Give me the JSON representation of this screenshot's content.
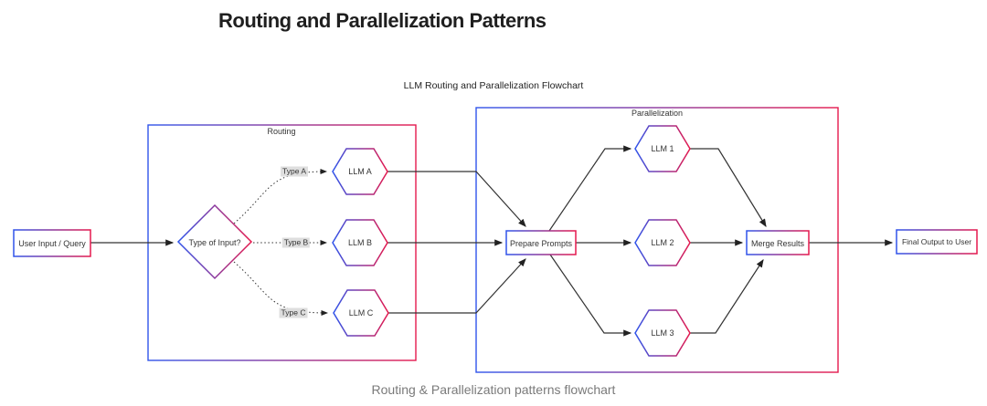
{
  "page": {
    "title": "Routing and Parallelization Patterns",
    "caption": "Routing & Parallelization patterns flowchart"
  },
  "diagram": {
    "title": "LLM Routing and Parallelization Flowchart",
    "containers": {
      "routing": {
        "label": "Routing"
      },
      "parallelization": {
        "label": "Parallelization"
      }
    },
    "nodes": {
      "user_input": {
        "label": "User Input / Query",
        "shape": "rectangle"
      },
      "decision": {
        "label": "Type of Input?",
        "shape": "diamond"
      },
      "llm_a": {
        "label": "LLM A",
        "shape": "hexagon"
      },
      "llm_b": {
        "label": "LLM B",
        "shape": "hexagon"
      },
      "llm_c": {
        "label": "LLM C",
        "shape": "hexagon"
      },
      "prepare_prompts": {
        "label": "Prepare Prompts",
        "shape": "rectangle"
      },
      "llm_1": {
        "label": "LLM 1",
        "shape": "hexagon"
      },
      "llm_2": {
        "label": "LLM 2",
        "shape": "hexagon"
      },
      "llm_3": {
        "label": "LLM 3",
        "shape": "hexagon"
      },
      "merge_results": {
        "label": "Merge Results",
        "shape": "rectangle"
      },
      "final_output": {
        "label": "Final Output to User",
        "shape": "rectangle"
      }
    },
    "edge_labels": {
      "type_a": "Type A",
      "type_b": "Type B",
      "type_c": "Type C"
    },
    "edges": [
      {
        "from": "user_input",
        "to": "decision",
        "style": "solid"
      },
      {
        "from": "decision",
        "to": "llm_a",
        "label": "Type A",
        "style": "dotted"
      },
      {
        "from": "decision",
        "to": "llm_b",
        "label": "Type B",
        "style": "dotted"
      },
      {
        "from": "decision",
        "to": "llm_c",
        "label": "Type C",
        "style": "dotted"
      },
      {
        "from": "llm_a",
        "to": "prepare_prompts",
        "style": "solid"
      },
      {
        "from": "llm_b",
        "to": "prepare_prompts",
        "style": "solid"
      },
      {
        "from": "llm_c",
        "to": "prepare_prompts",
        "style": "solid"
      },
      {
        "from": "prepare_prompts",
        "to": "llm_1",
        "style": "solid"
      },
      {
        "from": "prepare_prompts",
        "to": "llm_2",
        "style": "solid"
      },
      {
        "from": "prepare_prompts",
        "to": "llm_3",
        "style": "solid"
      },
      {
        "from": "llm_1",
        "to": "merge_results",
        "style": "solid"
      },
      {
        "from": "llm_2",
        "to": "merge_results",
        "style": "solid"
      },
      {
        "from": "llm_3",
        "to": "merge_results",
        "style": "solid"
      },
      {
        "from": "merge_results",
        "to": "final_output",
        "style": "solid"
      }
    ]
  },
  "colors": {
    "node_border_gradient_start": "#2f54eb",
    "node_border_gradient_end": "#e5184d",
    "edge_line": "#333333",
    "edge_label_background": "#dedede",
    "node_text": "#333333",
    "title_text": "#1f1f1f",
    "caption_text": "#7a7a7a"
  }
}
